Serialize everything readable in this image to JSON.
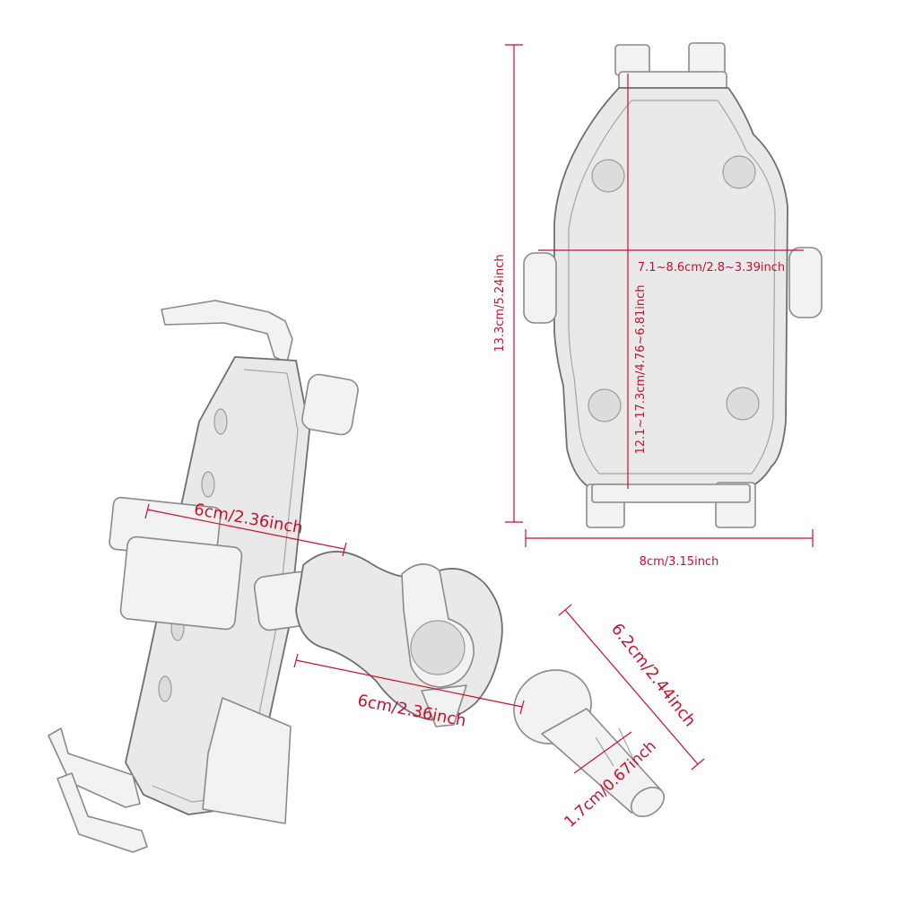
{
  "diagram": {
    "accent_color": "#c8102e",
    "front_view": {
      "height_label": "13.3cm/5.24inch",
      "width_label": "8cm/3.15inch",
      "grip_width_label": "7.1~8.6cm/2.8~3.39inch",
      "grip_height_label": "12.1~17.3cm/4.76~6.81inch"
    },
    "side_view": {
      "arm_label_1": "6cm/2.36inch",
      "arm_label_2": "6cm/2.36inch",
      "stem_length_label": "6.2cm/2.44inch",
      "stem_diameter_label": "1.7cm/0.67inch"
    }
  }
}
